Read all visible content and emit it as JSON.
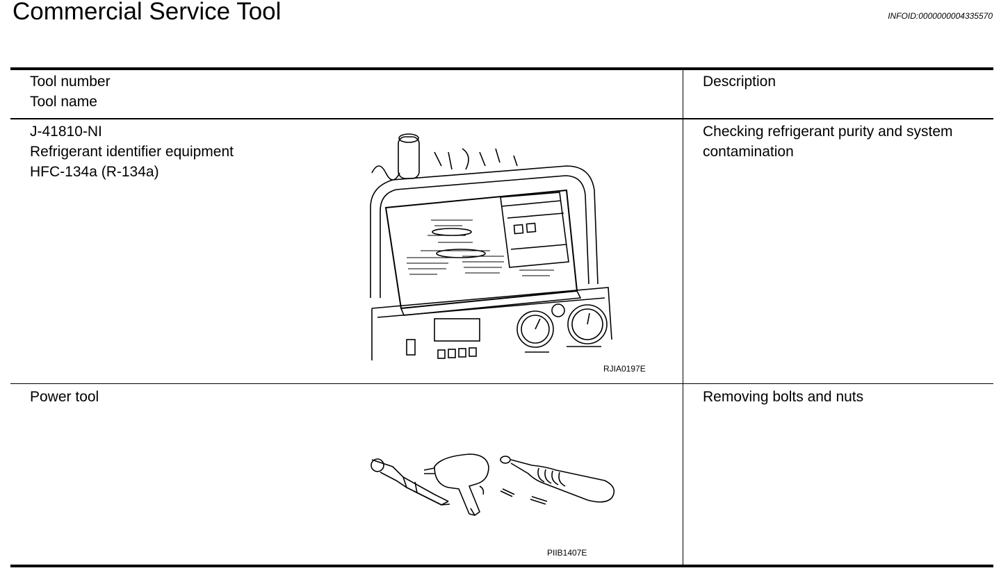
{
  "header": {
    "title": "Commercial Service Tool",
    "infoid": "INFOID:0000000004335570"
  },
  "table": {
    "headers": {
      "tool_number": "Tool number",
      "tool_name": "Tool name",
      "description": "Description"
    },
    "rows": [
      {
        "tool_lines": [
          "J-41810-NI",
          "Refrigerant identifier equipment",
          "HFC-134a (R-134a)"
        ],
        "description_lines": [
          "Checking refrigerant purity and system",
          "contamination"
        ],
        "figure_code": "RJIA0197E",
        "figure_icon": "refrigerant-identifier-illustration"
      },
      {
        "tool_lines": [
          "Power tool"
        ],
        "description_lines": [
          "Removing bolts and nuts"
        ],
        "figure_code": "PIIB1407E",
        "figure_icon": "power-tool-illustration"
      }
    ]
  }
}
